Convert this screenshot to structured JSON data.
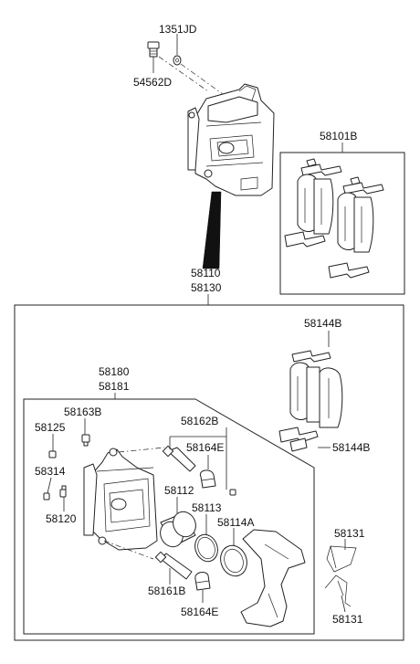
{
  "labels": {
    "l_1351JD": "1351JD",
    "l_54562D": "54562D",
    "l_58101B": "58101B",
    "l_58110": "58110",
    "l_58130": "58130",
    "l_58144B_top": "58144B",
    "l_58180": "58180",
    "l_58181": "58181",
    "l_58163B": "58163B",
    "l_58162B": "58162B",
    "l_58125": "58125",
    "l_58164E_top": "58164E",
    "l_58144B_bottom": "58144B",
    "l_58314": "58314",
    "l_58112": "58112",
    "l_58113": "58113",
    "l_58120": "58120",
    "l_58114A": "58114A",
    "l_58131_top": "58131",
    "l_58161B": "58161B",
    "l_58164E_bottom": "58164E",
    "l_58131_bottom": "58131"
  }
}
